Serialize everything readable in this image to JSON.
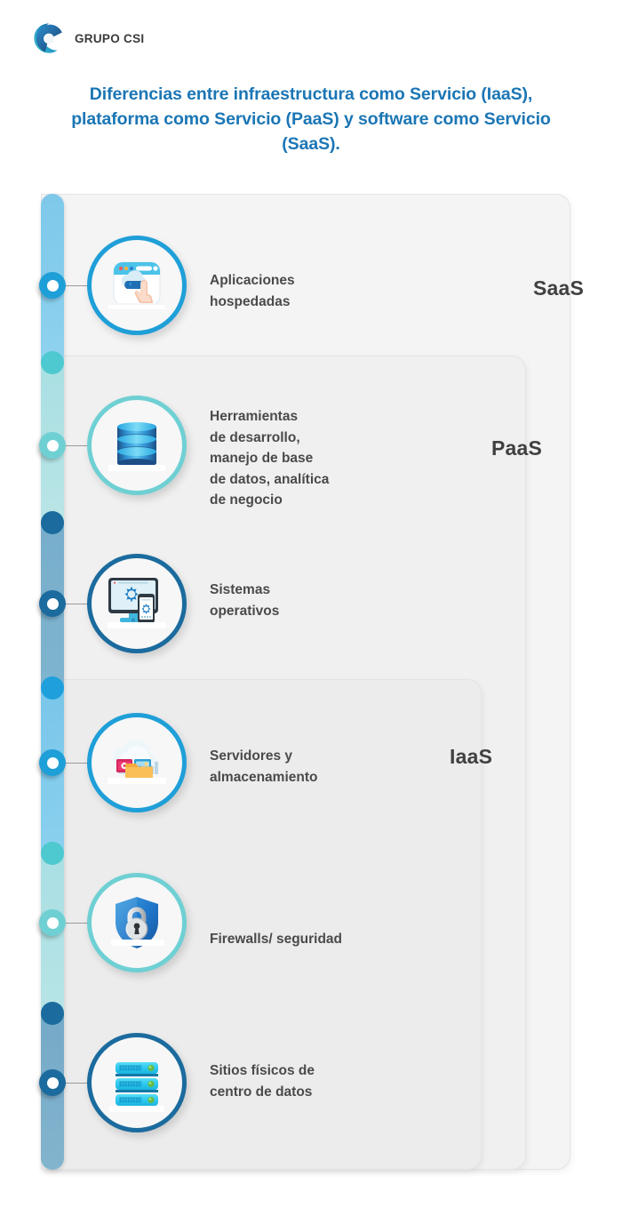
{
  "brand": {
    "logo_icon": "grupo-csi-g-logo",
    "name": "GRUPO CSI"
  },
  "header": {
    "title": "Diferencias entre infraestructura como Servicio (IaaS), plataforma como Servicio (PaaS) y software como Servicio (SaaS)."
  },
  "colors": {
    "title_blue": "#1b76b5",
    "label_gray": "#404040",
    "row_text_gray": "#4a4a4a",
    "panel_saas_bg": "#f4f4f4",
    "panel_paas_bg": "#f0f0f0",
    "panel_iaas_bg": "#ececec",
    "bar_light_blue": "#7ec8ea",
    "bar_pale_teal": "#a8dfe2",
    "bar_steel_blue": "#74a9c7",
    "dot_teal": "#4ec9cf",
    "dot_dark_blue": "#1b6b9e",
    "dot_bright_blue": "#1fa0dd",
    "marker_blue": "#1f9fd8",
    "marker_teal": "#6fd0d4",
    "marker_deep": "#1b6b9e"
  },
  "panels": [
    {
      "id": "saas",
      "label": "SaaS"
    },
    {
      "id": "paas",
      "label": "PaaS"
    },
    {
      "id": "iaas",
      "label": "IaaS"
    }
  ],
  "rows": [
    {
      "id": "aplicaciones-hospedadas",
      "icon": "browser-cloud-click-icon",
      "ring_color": "#1f9fd8",
      "label": "Aplicaciones\nhospedadas"
    },
    {
      "id": "herramientas-desarrollo",
      "icon": "database-stack-icon",
      "ring_color": "#6fd0d4",
      "label": "Herramientas\nde desarrollo,\nmanejo de base\nde datos, analítica\nde negocio"
    },
    {
      "id": "sistemas-operativos",
      "icon": "monitor-phone-gear-icon",
      "ring_color": "#1b6b9e",
      "label": "Sistemas\noperativos"
    },
    {
      "id": "servidores-almacenamiento",
      "icon": "cloud-storage-folder-icon",
      "ring_color": "#1f9fd8",
      "label": "Servidores y\nalmacenamiento"
    },
    {
      "id": "firewalls-seguridad",
      "icon": "shield-padlock-icon",
      "ring_color": "#6fd0d4",
      "label": "Firewalls/ seguridad"
    },
    {
      "id": "sitios-fisicos",
      "icon": "server-rack-icon",
      "ring_color": "#1b6b9e",
      "label": "Sitios físicos de\ncentro de datos"
    }
  ]
}
